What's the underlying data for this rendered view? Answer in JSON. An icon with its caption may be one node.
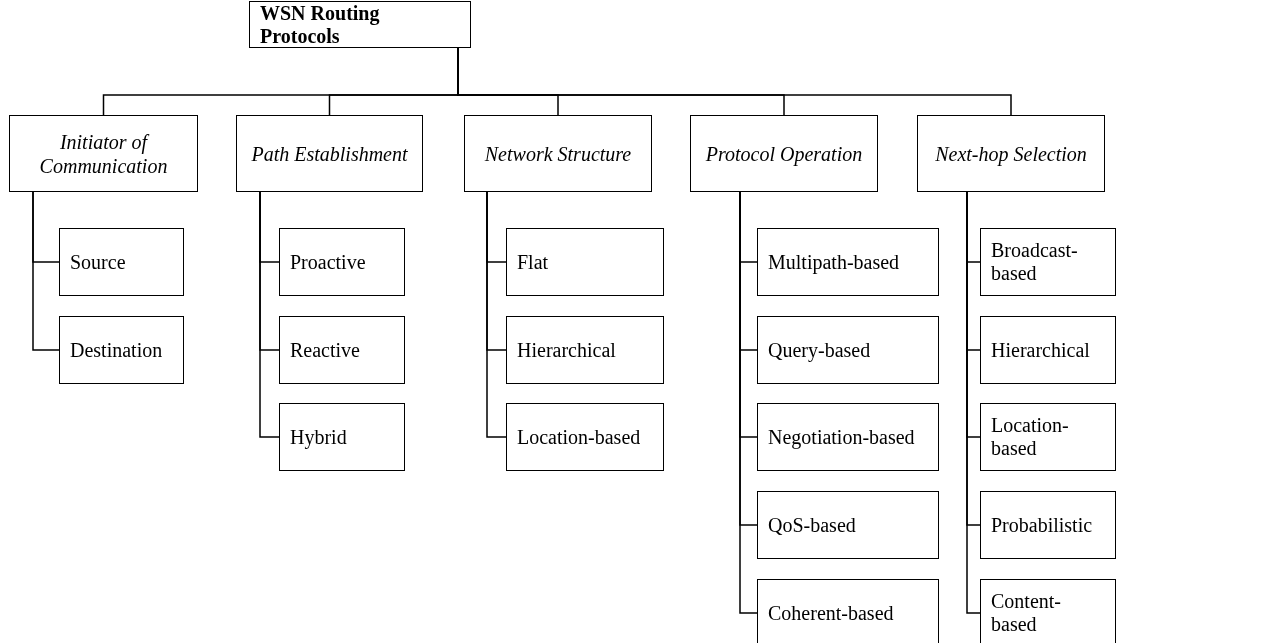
{
  "diagram": {
    "nodes": [
      {
        "text": [
          "WSN Routing Protocols"
        ]
      },
      {
        "text": [
          "Initiator of Communication"
        ]
      },
      {
        "text": [
          "Source"
        ]
      },
      {
        "text": [
          "Destination"
        ]
      },
      {
        "text": [
          "Path Establishment"
        ]
      },
      {
        "text": [
          "Proactive"
        ]
      },
      {
        "text": [
          "Reactive"
        ]
      },
      {
        "text": [
          "Hybrid"
        ]
      },
      {
        "text": [
          "Network Structure"
        ]
      },
      {
        "text": [
          "Flat"
        ]
      },
      {
        "text": [
          "Hierarchical"
        ]
      },
      {
        "text": [
          "Location-based"
        ]
      },
      {
        "text": [
          "Protocol Operation"
        ]
      },
      {
        "text": [
          "Multipath-based"
        ]
      },
      {
        "text": [
          "Query-based"
        ]
      },
      {
        "text": [
          "Negotiation-based"
        ]
      },
      {
        "text": [
          "QoS-based"
        ]
      },
      {
        "text": [
          "Coherent-based"
        ]
      },
      {
        "text": [
          "Next-hop Selection"
        ]
      },
      {
        "text": [
          "Broadcast-based"
        ]
      },
      {
        "text": [
          "Hierarchical"
        ]
      },
      {
        "text": [
          "Location-based"
        ]
      },
      {
        "text": [
          "Probabilistic"
        ]
      },
      {
        "text": [
          "Content-based"
        ]
      }
    ],
    "edges": [
      {
        "from": 0,
        "to": 1,
        "arrow": "none"
      },
      {
        "from": 0,
        "to": 4,
        "arrow": "none"
      },
      {
        "from": 0,
        "to": 8,
        "arrow": "none"
      },
      {
        "from": 0,
        "to": 12,
        "arrow": "none"
      },
      {
        "from": 0,
        "to": 18,
        "arrow": "none"
      },
      {
        "from": 1,
        "to": 2,
        "arrow": "none"
      },
      {
        "from": 1,
        "to": 3,
        "arrow": "none"
      },
      {
        "from": 4,
        "to": 5,
        "arrow": "none"
      },
      {
        "from": 4,
        "to": 6,
        "arrow": "none"
      },
      {
        "from": 4,
        "to": 7,
        "arrow": "none"
      },
      {
        "from": 8,
        "to": 9,
        "arrow": "none"
      },
      {
        "from": 8,
        "to": 10,
        "arrow": "none"
      },
      {
        "from": 8,
        "to": 11,
        "arrow": "none"
      },
      {
        "from": 12,
        "to": 13,
        "arrow": "none"
      },
      {
        "from": 12,
        "to": 14,
        "arrow": "none"
      },
      {
        "from": 12,
        "to": 15,
        "arrow": "none"
      },
      {
        "from": 12,
        "to": 16,
        "arrow": "none"
      },
      {
        "from": 12,
        "to": 17,
        "arrow": "none"
      },
      {
        "from": 18,
        "to": 19,
        "arrow": "none"
      },
      {
        "from": 18,
        "to": 20,
        "arrow": "none"
      },
      {
        "from": 18,
        "to": 21,
        "arrow": "none"
      },
      {
        "from": 18,
        "to": 22,
        "arrow": "none"
      },
      {
        "from": 18,
        "to": 23,
        "arrow": "none"
      }
    ]
  }
}
